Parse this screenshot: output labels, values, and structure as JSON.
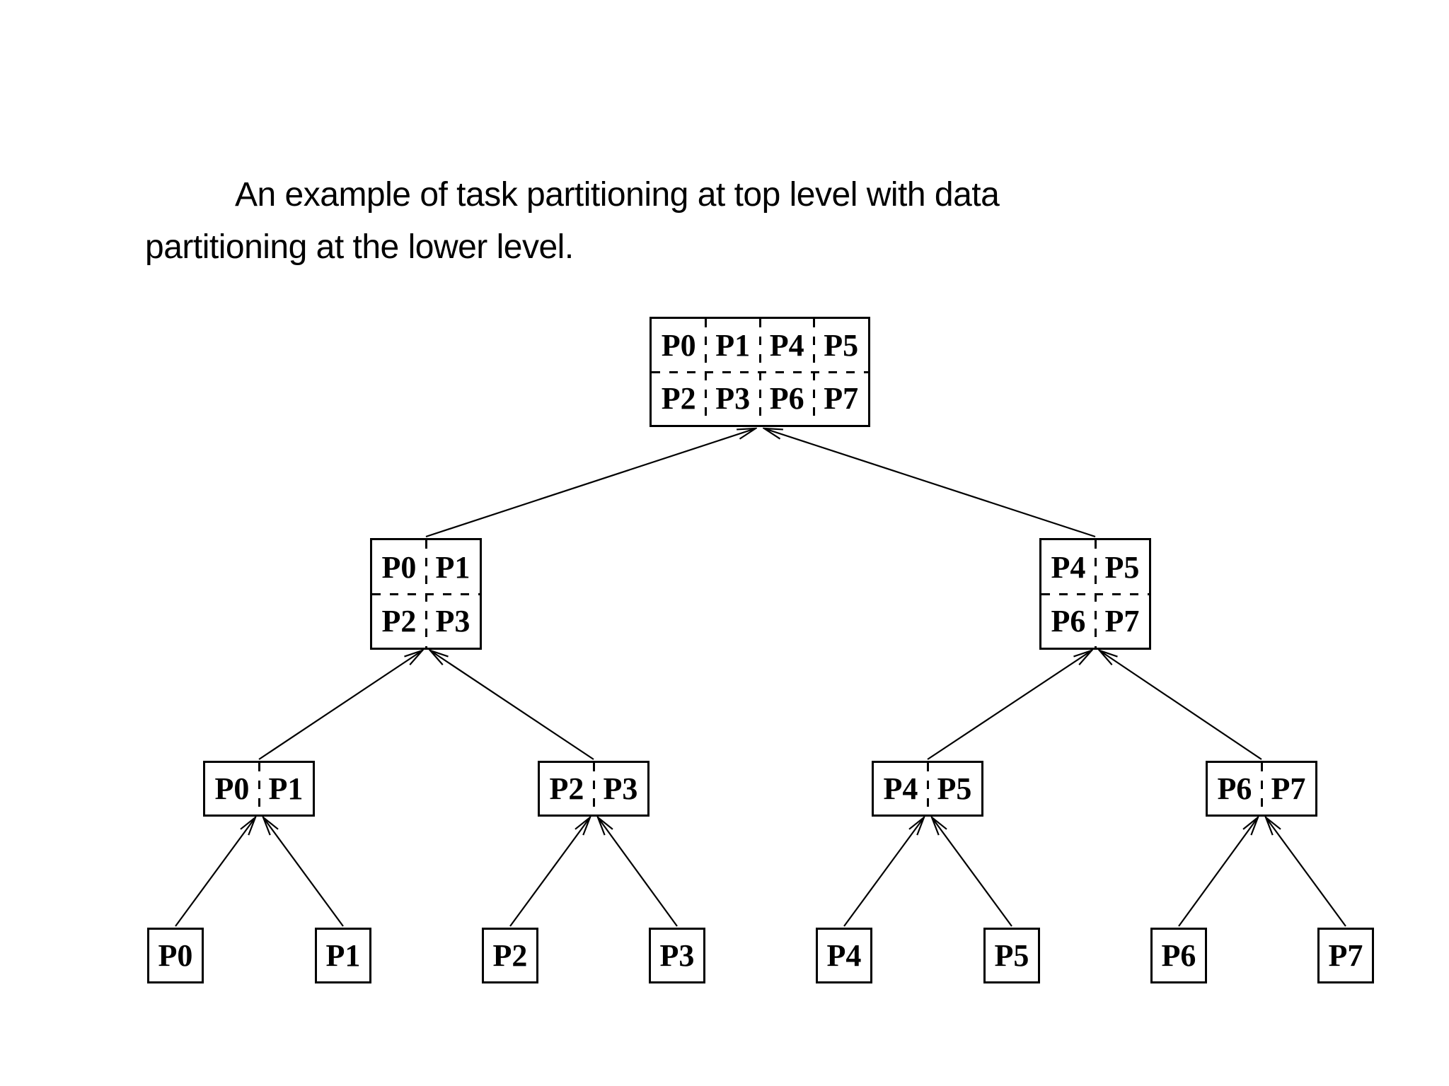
{
  "title": {
    "line1": "An example of task partitioning at top level with data",
    "line2": "partitioning at the lower level."
  },
  "colors": {
    "ink": "#000000",
    "background": "#ffffff"
  },
  "diagram": {
    "root": {
      "cells": [
        "P0",
        "P1",
        "P4",
        "P5",
        "P2",
        "P3",
        "P6",
        "P7"
      ]
    },
    "level2": [
      {
        "cells": [
          "P0",
          "P1",
          "P2",
          "P3"
        ]
      },
      {
        "cells": [
          "P4",
          "P5",
          "P6",
          "P7"
        ]
      }
    ],
    "level3": [
      {
        "cells": [
          "P0",
          "P1"
        ]
      },
      {
        "cells": [
          "P2",
          "P3"
        ]
      },
      {
        "cells": [
          "P4",
          "P5"
        ]
      },
      {
        "cells": [
          "P6",
          "P7"
        ]
      }
    ],
    "leaves": [
      "P0",
      "P1",
      "P2",
      "P3",
      "P4",
      "P5",
      "P6",
      "P7"
    ]
  }
}
